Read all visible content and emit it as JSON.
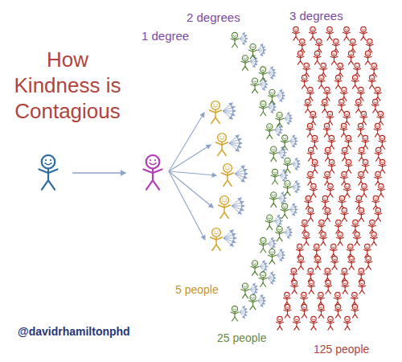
{
  "diagram": {
    "title": "How Kindness is Contagious",
    "labels": [
      "1 degree",
      "2 degrees",
      "3 degrees",
      "5 people",
      "25 people",
      "125 people",
      "@davidrhamiltonphd"
    ]
  }
}
